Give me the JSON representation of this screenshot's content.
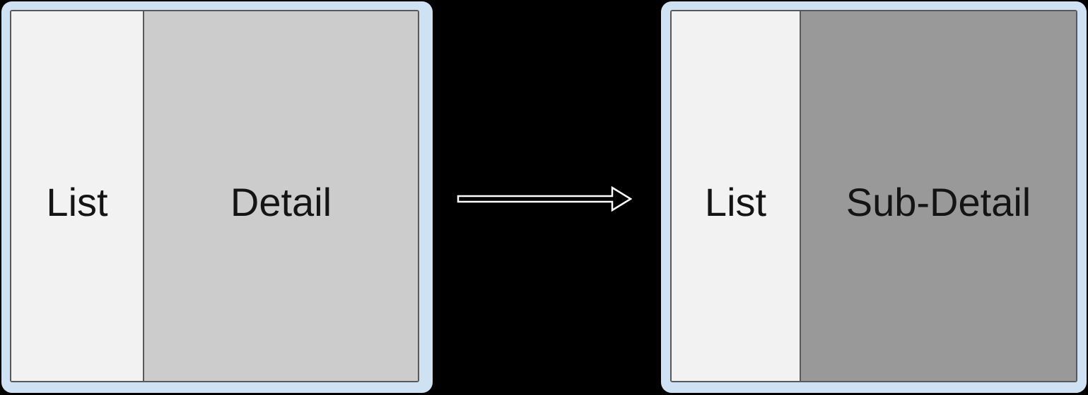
{
  "diagram": {
    "description": "List-Detail layout transition diagram",
    "before": {
      "panes": [
        {
          "name": "list",
          "label": "List"
        },
        {
          "name": "detail",
          "label": "Detail"
        }
      ]
    },
    "after": {
      "panes": [
        {
          "name": "list",
          "label": "List"
        },
        {
          "name": "sub-detail",
          "label": "Sub-Detail"
        }
      ]
    },
    "arrow": {
      "direction": "right"
    }
  },
  "colors": {
    "background": "#000000",
    "device_bezel": "#cfe2f3",
    "screen_border": "#595959",
    "list_pane": "#f2f2f2",
    "detail_pane": "#cccccc",
    "sub_detail_pane": "#999999",
    "label_text": "#141414",
    "arrow_fill": "#000000",
    "arrow_outline": "#ffffff"
  }
}
